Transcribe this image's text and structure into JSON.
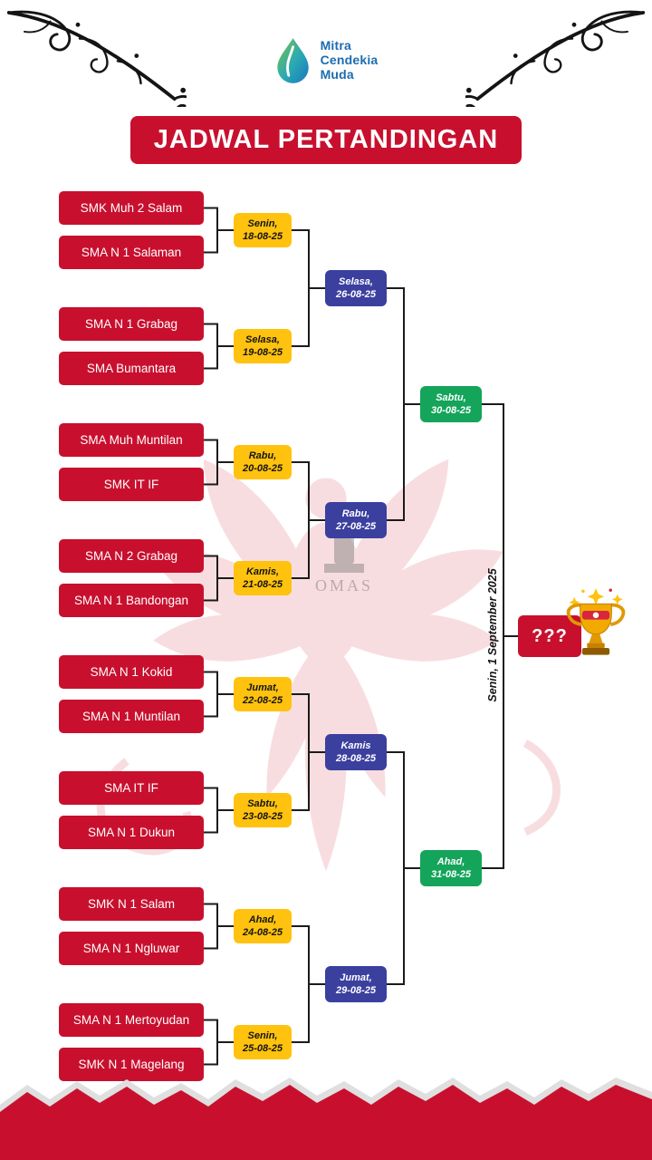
{
  "brand": {
    "name_line1": "Mitra",
    "name_line2": "Cendekia",
    "name_line3": "Muda"
  },
  "title": "JADWAL PERTANDINGAN",
  "watermark_text": "OMAS",
  "final": {
    "placeholder": "???",
    "schedule_vertical": "Senin, 1 September 2025"
  },
  "rounds": {
    "round1": [
      {
        "team1": "SMK Muh 2 Salam",
        "team2": "SMA N 1 Salaman",
        "day": "Senin,",
        "date": "18-08-25"
      },
      {
        "team1": "SMA N 1 Grabag",
        "team2": "SMA Bumantara",
        "day": "Selasa,",
        "date": "19-08-25"
      },
      {
        "team1": "SMA Muh Muntilan",
        "team2": "SMK IT IF",
        "day": "Rabu,",
        "date": "20-08-25"
      },
      {
        "team1": "SMA N 2 Grabag",
        "team2": "SMA N 1 Bandongan",
        "day": "Kamis,",
        "date": "21-08-25"
      },
      {
        "team1": "SMA N 1 Kokid",
        "team2": "SMA N 1 Muntilan",
        "day": "Jumat,",
        "date": "22-08-25"
      },
      {
        "team1": "SMA IT IF",
        "team2": "SMA N 1 Dukun",
        "day": "Sabtu,",
        "date": "23-08-25"
      },
      {
        "team1": "SMK N 1 Salam",
        "team2": "SMA N 1 Ngluwar",
        "day": "Ahad,",
        "date": "24-08-25"
      },
      {
        "team1": "SMA N 1 Mertoyudan",
        "team2": "SMK N 1 Magelang",
        "day": "Senin,",
        "date": "25-08-25"
      }
    ],
    "round2": [
      {
        "day": "Selasa,",
        "date": "26-08-25"
      },
      {
        "day": "Rabu,",
        "date": "27-08-25"
      },
      {
        "day": "Kamis",
        "date": "28-08-25"
      },
      {
        "day": "Jumat,",
        "date": "29-08-25"
      }
    ],
    "round3": [
      {
        "day": "Sabtu,",
        "date": "30-08-25"
      },
      {
        "day": "Ahad,",
        "date": "31-08-25"
      }
    ]
  },
  "colors": {
    "red": "#C8102E",
    "yellow": "#FFC20E",
    "blue": "#3B3F9E",
    "green": "#14A45A",
    "logo_blue": "#1B6CB0"
  }
}
